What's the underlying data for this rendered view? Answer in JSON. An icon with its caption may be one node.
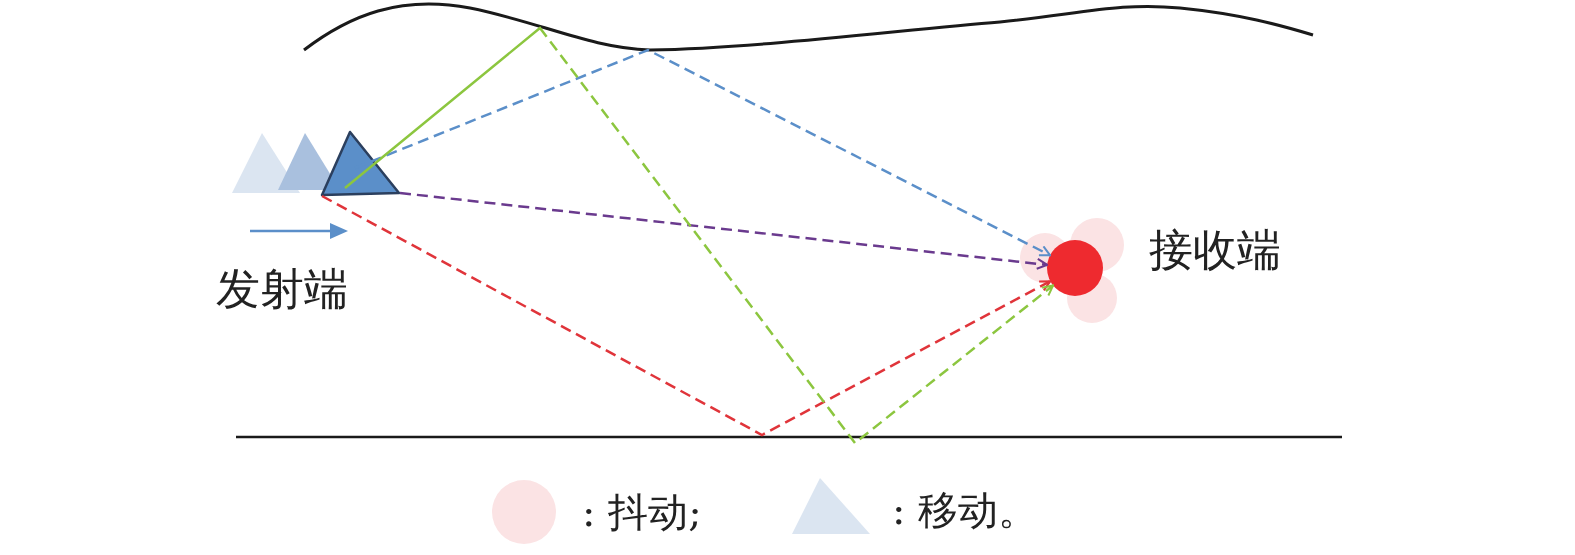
{
  "diagram": {
    "nodes": [
      {
        "text": [],
        "shape": "triangle",
        "beside": [
          "发射端"
        ]
      },
      {
        "text": [],
        "shape": "circle",
        "beside": [
          "接收端"
        ]
      }
    ],
    "edges": [
      {
        "from": 0,
        "to": 1,
        "arrow": "to",
        "style": "dashed",
        "color": "#5b8fc9"
      },
      {
        "from": 0,
        "to": 1,
        "arrow": "to",
        "style": "dashed",
        "color": "#6a3a8e"
      },
      {
        "from": 0,
        "to": 1,
        "arrow": "to",
        "style": "dashed",
        "color": "#e0343a"
      },
      {
        "from": 0,
        "to": 1,
        "arrow": "to",
        "style": "dashed",
        "color": "#8cc63f"
      }
    ],
    "legend": [
      {
        "text": ": 抖动;"
      },
      {
        "text": ": 移动。"
      }
    ]
  }
}
